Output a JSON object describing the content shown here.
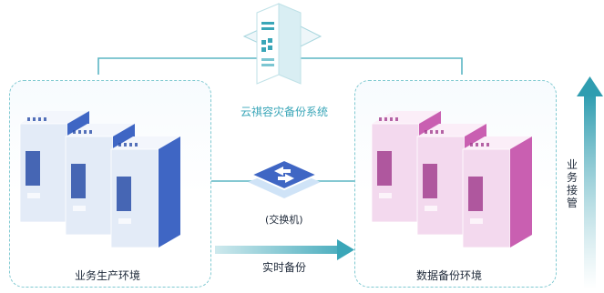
{
  "system": {
    "label": "云祺容灾备份系统",
    "icon": "server-tower-icon"
  },
  "switch": {
    "label": "(交换机)",
    "icon": "switch-arrows-icon"
  },
  "production": {
    "label": "业务生产环境",
    "icon": "server-rack-icon"
  },
  "backup": {
    "label": "数据备份环境",
    "icon": "server-rack-icon"
  },
  "flow": {
    "label": "实时备份"
  },
  "takeover": {
    "label": "业务接管"
  },
  "colors": {
    "teal": "#3aa6b8",
    "blue_server": "#3f66c4",
    "pink_server": "#c95fb1",
    "dashed_border": "#7fc9d1"
  }
}
